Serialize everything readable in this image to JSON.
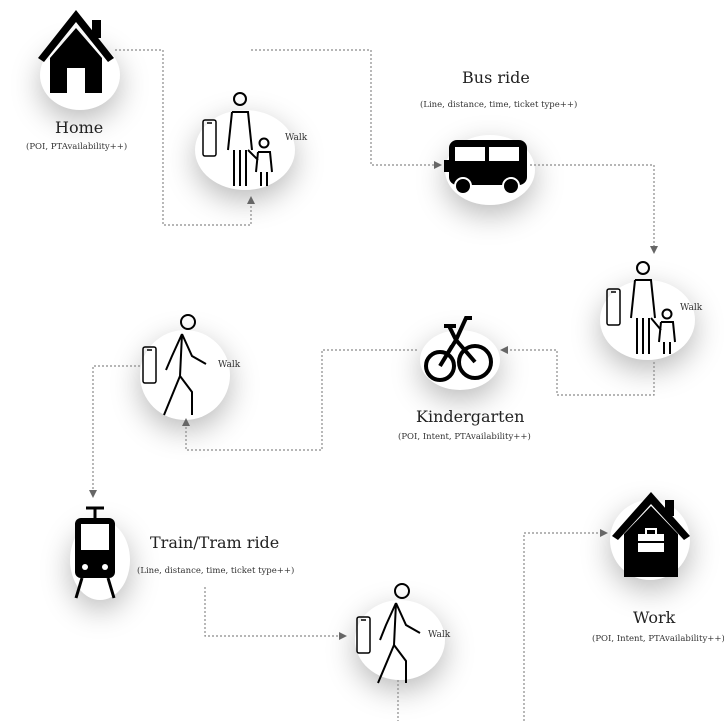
{
  "nodes": {
    "home": {
      "title": "Home",
      "sub": "(POI, PTAvailability++)"
    },
    "bus": {
      "title": "Bus ride",
      "sub": "(Line, distance, time, ticket type++)"
    },
    "kindergarten": {
      "title": "Kindergarten",
      "sub": "(POI, Intent, PTAvailability++)"
    },
    "train": {
      "title": "Train/Tram ride",
      "sub": "(Line, distance, time, ticket type++)"
    },
    "work": {
      "title": "Work",
      "sub": "(POI, Intent, PTAvailability++)"
    }
  },
  "walk_labels": [
    "Walk",
    "Walk",
    "Walk",
    "Walk"
  ],
  "icons": {
    "home": "house-icon",
    "walk_with_child": "adult-child-walk-icon",
    "bus": "bus-icon",
    "bicycle": "bicycle-icon",
    "walker": "pedestrian-icon",
    "train": "tram-icon",
    "work": "office-building-icon",
    "phone": "smartphone-icon"
  },
  "colors": {
    "ink": "#000000",
    "connector": "#8a8a8a",
    "text": "#222222"
  }
}
